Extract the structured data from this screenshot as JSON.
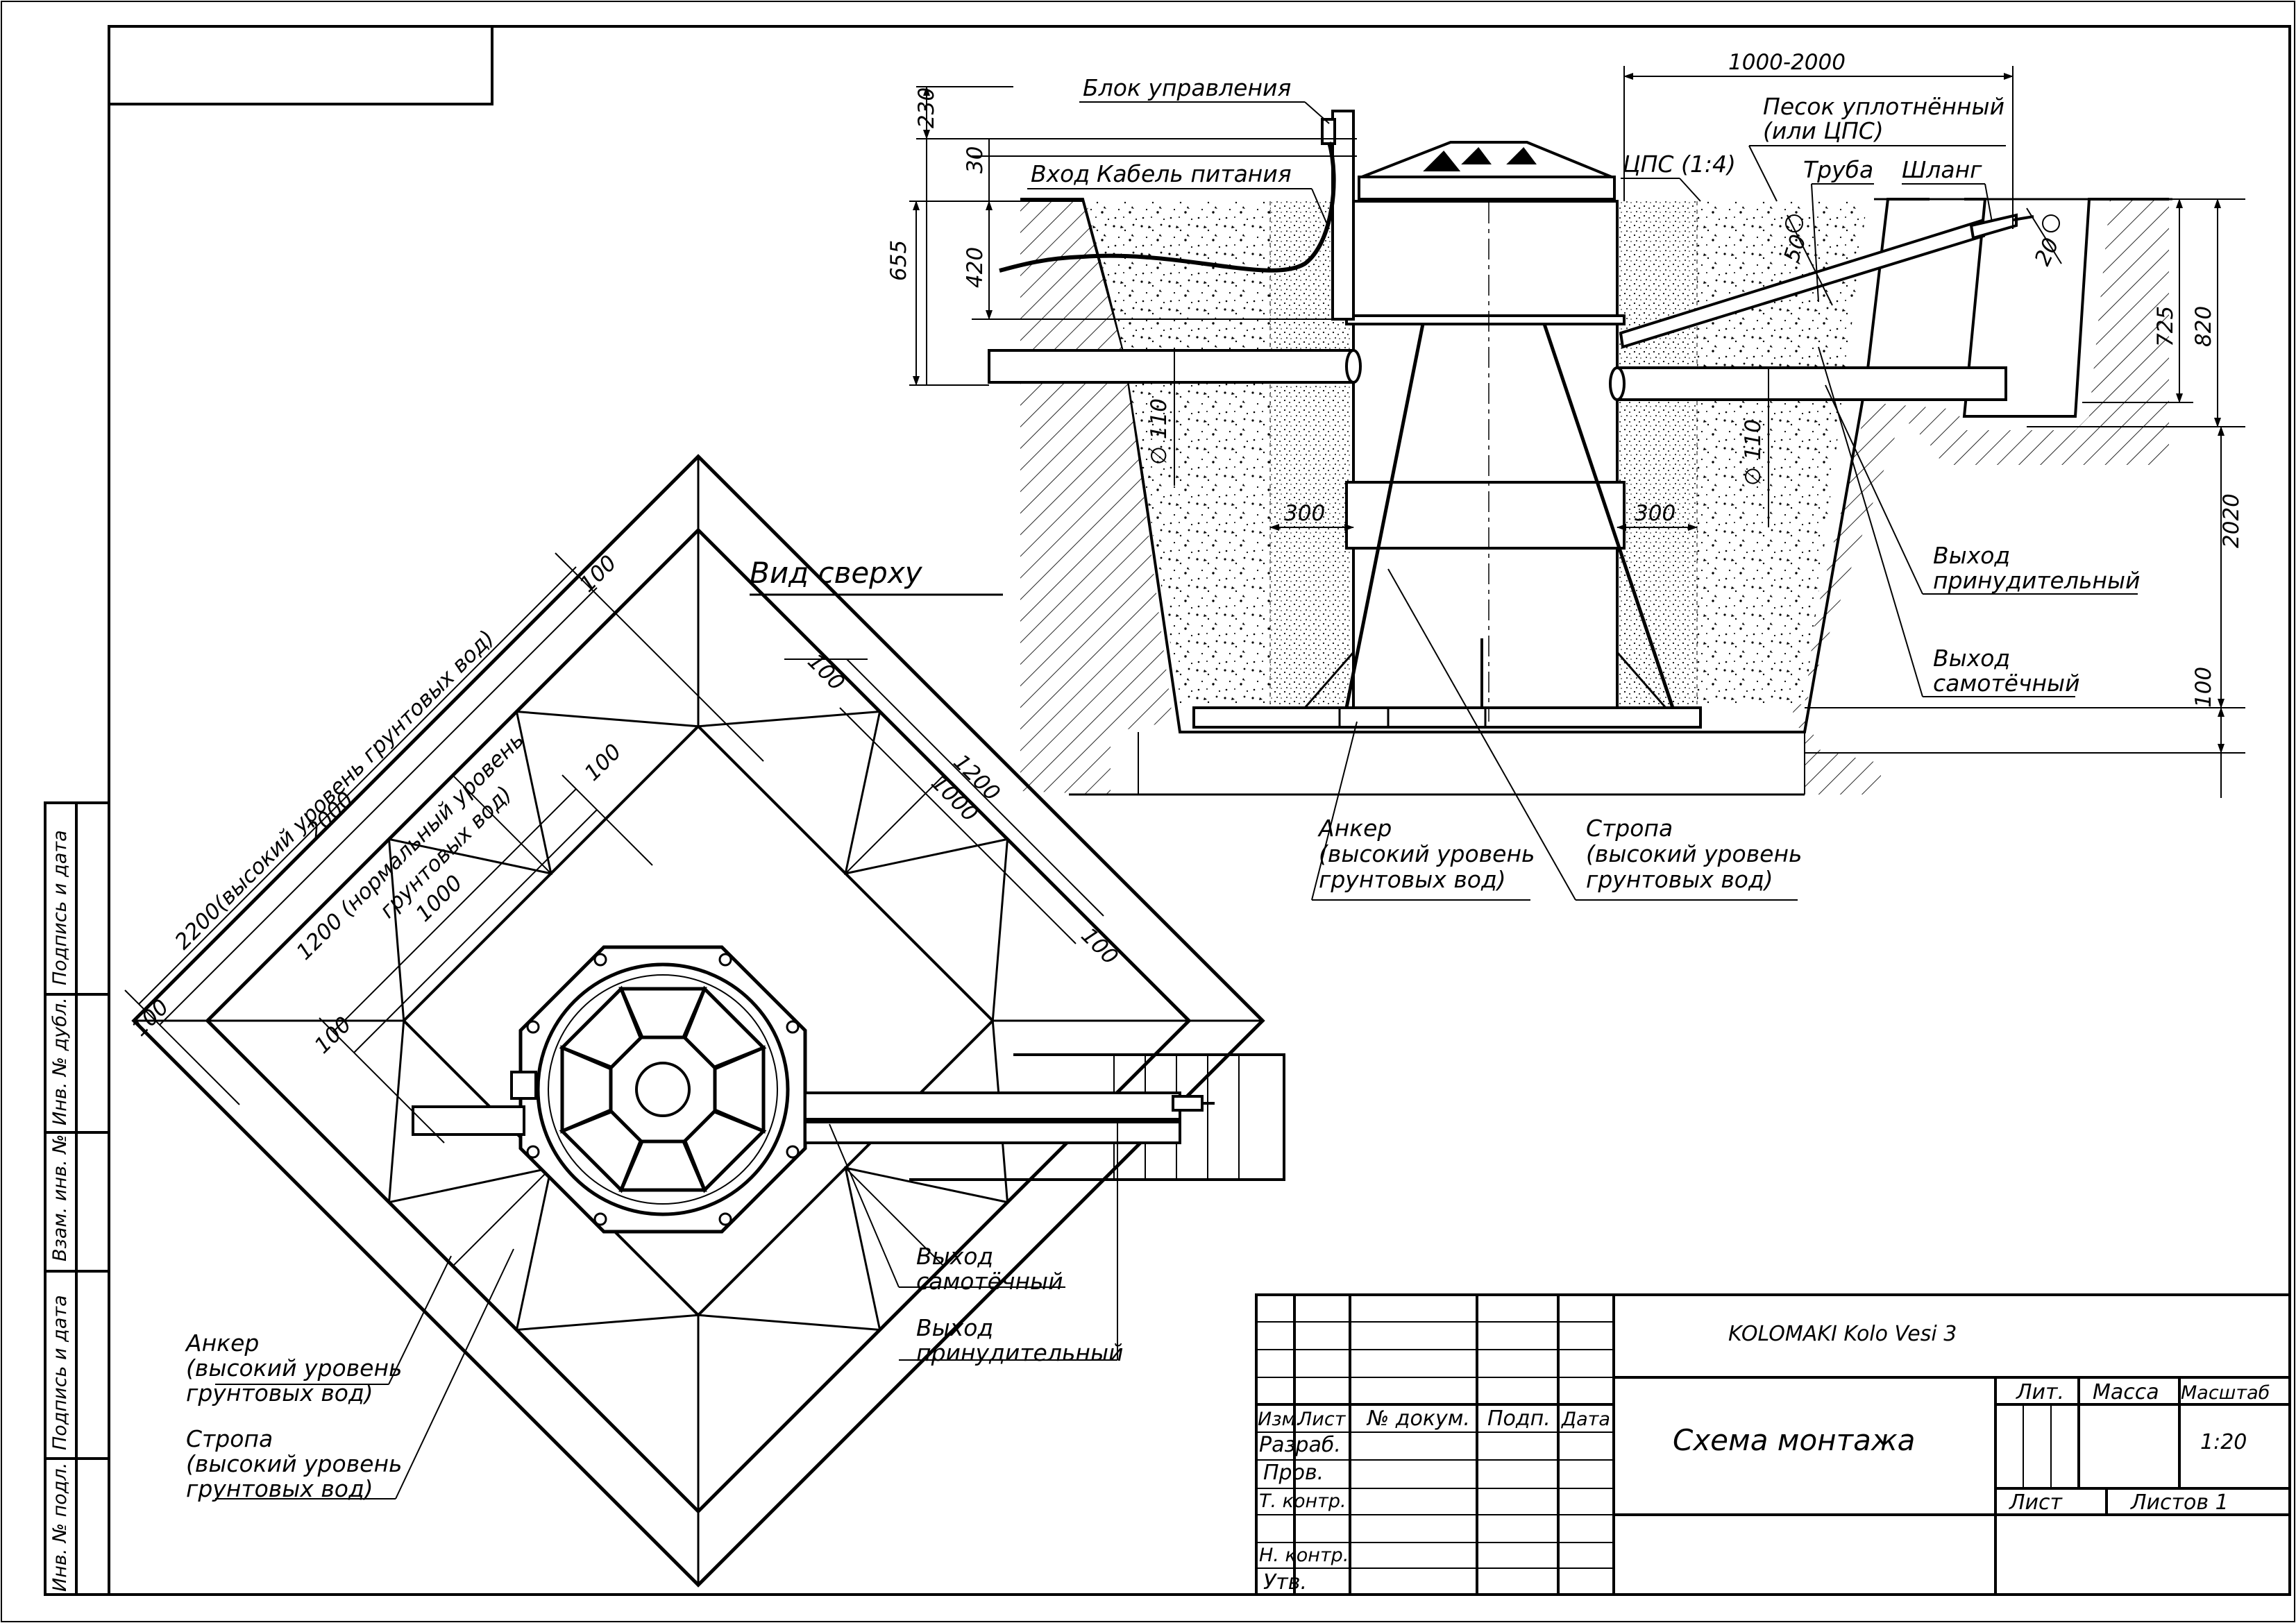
{
  "drawing": {
    "title": "KOLOMAKI Kolo Vesi 3",
    "sheet_name": "Схема монтажа",
    "view_top_label": "Вид сверху"
  },
  "side_view": {
    "labels": {
      "control_block": "Блок управления",
      "inlet": "Вход",
      "power_cable": "Кабель питания",
      "cps": "ЦПС (1:4)",
      "sand_l1": "Песок уплотнённый",
      "sand_l2": "(или ЦПС)",
      "pipe": "Труба",
      "hose": "Шланг",
      "forced_l1": "Выход",
      "forced_l2": "принудительный",
      "gravity_l1": "Выход",
      "gravity_l2": "самотёчный",
      "anchor_l1": "Анкер",
      "anchor_l2": "(высокий уровень",
      "anchor_l3": "грунтовых вод)",
      "sling_l1": "Стропа",
      "sling_l2": "(высокий уровень",
      "sling_l3": "грунтовых вод)"
    },
    "dims": {
      "d230": "230",
      "d30": "30",
      "d655": "655",
      "d420": "420",
      "d1000_2000": "1000-2000",
      "d50": "50",
      "d20": "20",
      "d725": "725",
      "d820": "820",
      "d2020": "2020",
      "d100": "100",
      "d300a": "300",
      "d300b": "300",
      "phi110a": "∅ 110",
      "phi110b": "∅ 110"
    }
  },
  "top_view": {
    "dims": {
      "d100a": "100",
      "d2200": "2200(высокий уровень грунтовых вод)",
      "d2000": "2000",
      "d100b": "100",
      "d1200a": "1200 (нормальный уровень",
      "d1200b": "грунтовых вод)",
      "d1000a": "1000",
      "d100c": "100",
      "d100d": "100",
      "d1200c": "1200",
      "d1000b": "1000",
      "d100e": "100",
      "d100f": "100"
    },
    "labels": {
      "gravity_l1": "Выход",
      "gravity_l2": "самотёчный",
      "forced_l1": "Выход",
      "forced_l2": "принудительный",
      "anchor_l1": "Анкер",
      "anchor_l2": "(высокий уровень",
      "anchor_l3": "грунтовых вод)",
      "sling_l1": "Стропа",
      "sling_l2": "(высокий уровень",
      "sling_l3": "грунтовых вод)"
    }
  },
  "side_stamp": {
    "podpis1": "Подпись и дата",
    "inv_dubl": "Инв. № дубл.",
    "vzam": "Взам. инв. №",
    "podpis2": "Подпись и дата",
    "inv_podl": "Инв. № подл."
  },
  "title_block": {
    "izm": "Изм.",
    "list": "Лист",
    "doc": "№ докум.",
    "podp": "Подп.",
    "data": "Дата",
    "razrab": "Разраб.",
    "prov": "Пров.",
    "tkontr": "Т. контр.",
    "nkontr": "Н. контр.",
    "utv": "Утв.",
    "lit": "Лит.",
    "massa": "Масса",
    "masshtab": "Масштаб",
    "scale": "1:20",
    "list2": "Лист",
    "listov": "Листов 1"
  }
}
